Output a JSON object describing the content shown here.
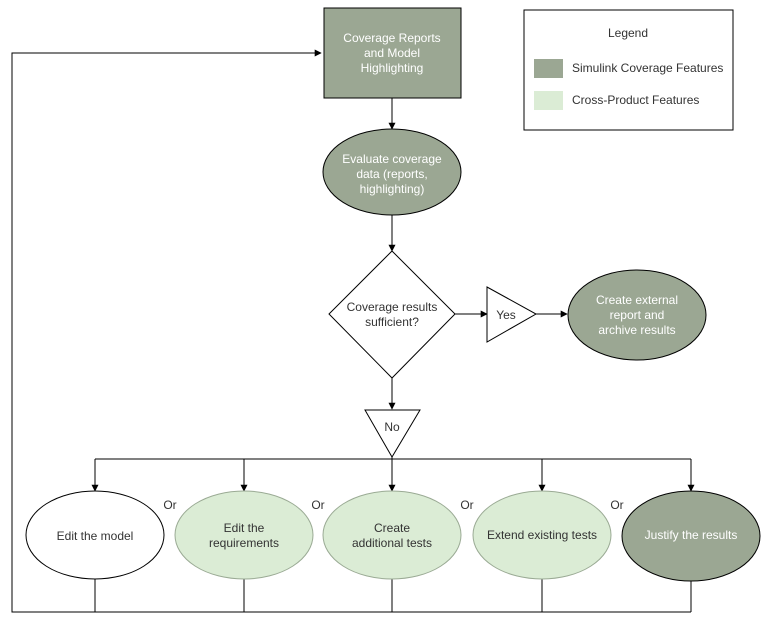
{
  "colors": {
    "simulink": "#9ba793",
    "cross_product": "#dbecd5",
    "stroke": "#000000",
    "white": "#ffffff",
    "text_dark": "#333333",
    "text_light": "#ffffff"
  },
  "nodes": {
    "coverage_reports": [
      "Coverage Reports",
      "and Model",
      "Highlighting"
    ],
    "evaluate": [
      "Evaluate coverage",
      "data (reports,",
      "highlighting)"
    ],
    "decision": [
      "Coverage results",
      "sufficient?"
    ],
    "yes": "Yes",
    "no": "No",
    "external": [
      "Create external",
      "report and",
      "archive results"
    ],
    "edit_model": "Edit the model",
    "edit_requirements": [
      "Edit the",
      "requirements"
    ],
    "create_tests": [
      "Create",
      "additional tests"
    ],
    "extend_tests": "Extend existing tests",
    "justify": "Justify the results"
  },
  "or_labels": [
    "Or",
    "Or",
    "Or",
    "Or"
  ],
  "legend": {
    "title": "Legend",
    "items": [
      {
        "label": "Simulink Coverage Features",
        "color": "#9ba793"
      },
      {
        "label": "Cross-Product Features",
        "color": "#dbecd5"
      }
    ]
  }
}
